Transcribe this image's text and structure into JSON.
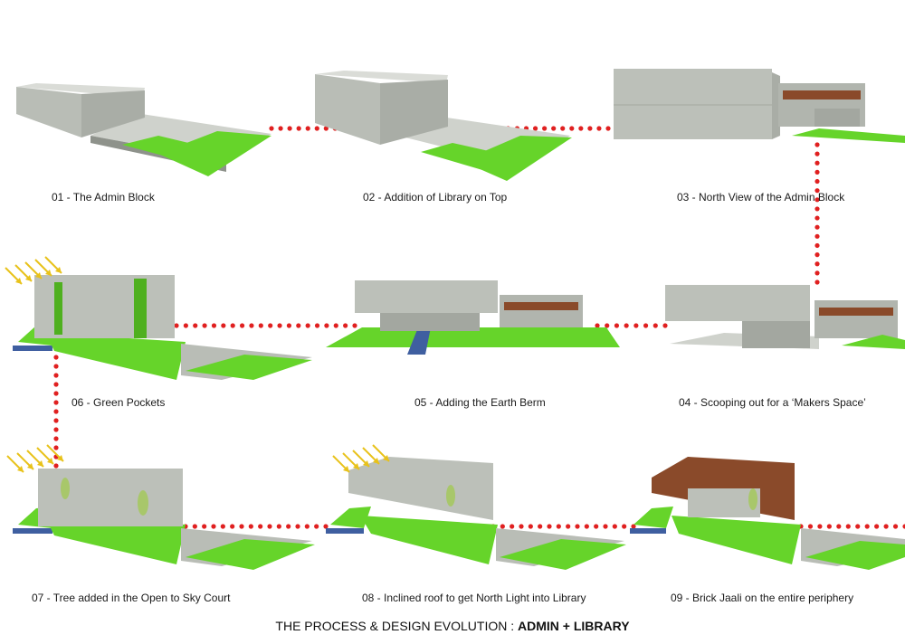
{
  "steps": [
    {
      "label": "01 - The Admin Block"
    },
    {
      "label": "02 - Addition of Library on Top"
    },
    {
      "label": "03 - North View of the Admin Block"
    },
    {
      "label": "04 - Scooping out for a ‘Makers Space’"
    },
    {
      "label": "05 - Adding the Earth Berm"
    },
    {
      "label": "06 - Green Pockets"
    },
    {
      "label": "07 - Tree added in the Open to Sky Court"
    },
    {
      "label": "08 - Inclined roof to get North Light into Library"
    },
    {
      "label": "09 - Brick Jaali on the entire periphery"
    }
  ],
  "footer": {
    "title_prefix": "THE PROCESS & DESIGN EVOLUTION : ",
    "title_bold": "ADMIN + LIBRARY"
  },
  "colors": {
    "grass": "#66d42a",
    "grass_dark": "#4fb01f",
    "concrete": "#b9bdb6",
    "concrete_dark": "#9a9e97",
    "dots": "#e02020",
    "sun": "#e8c21a",
    "brick": "#8a4a2a"
  }
}
